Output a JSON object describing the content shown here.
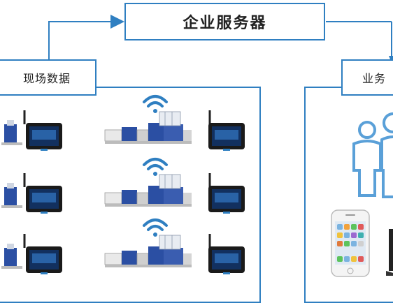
{
  "server": {
    "title": "企业服务器"
  },
  "field": {
    "label": "现场数据",
    "rows": 3
  },
  "business": {
    "label": "业务"
  },
  "colors": {
    "line": "#2f7fc1",
    "wifi": "#2f7fc1",
    "person": "#5aa0d8",
    "machine_blue": "#2b4fa3"
  },
  "icons": [
    "wifi-icon",
    "tablet-terminal-icon",
    "injection-machine-icon",
    "person-icon",
    "smartphone-icon"
  ]
}
